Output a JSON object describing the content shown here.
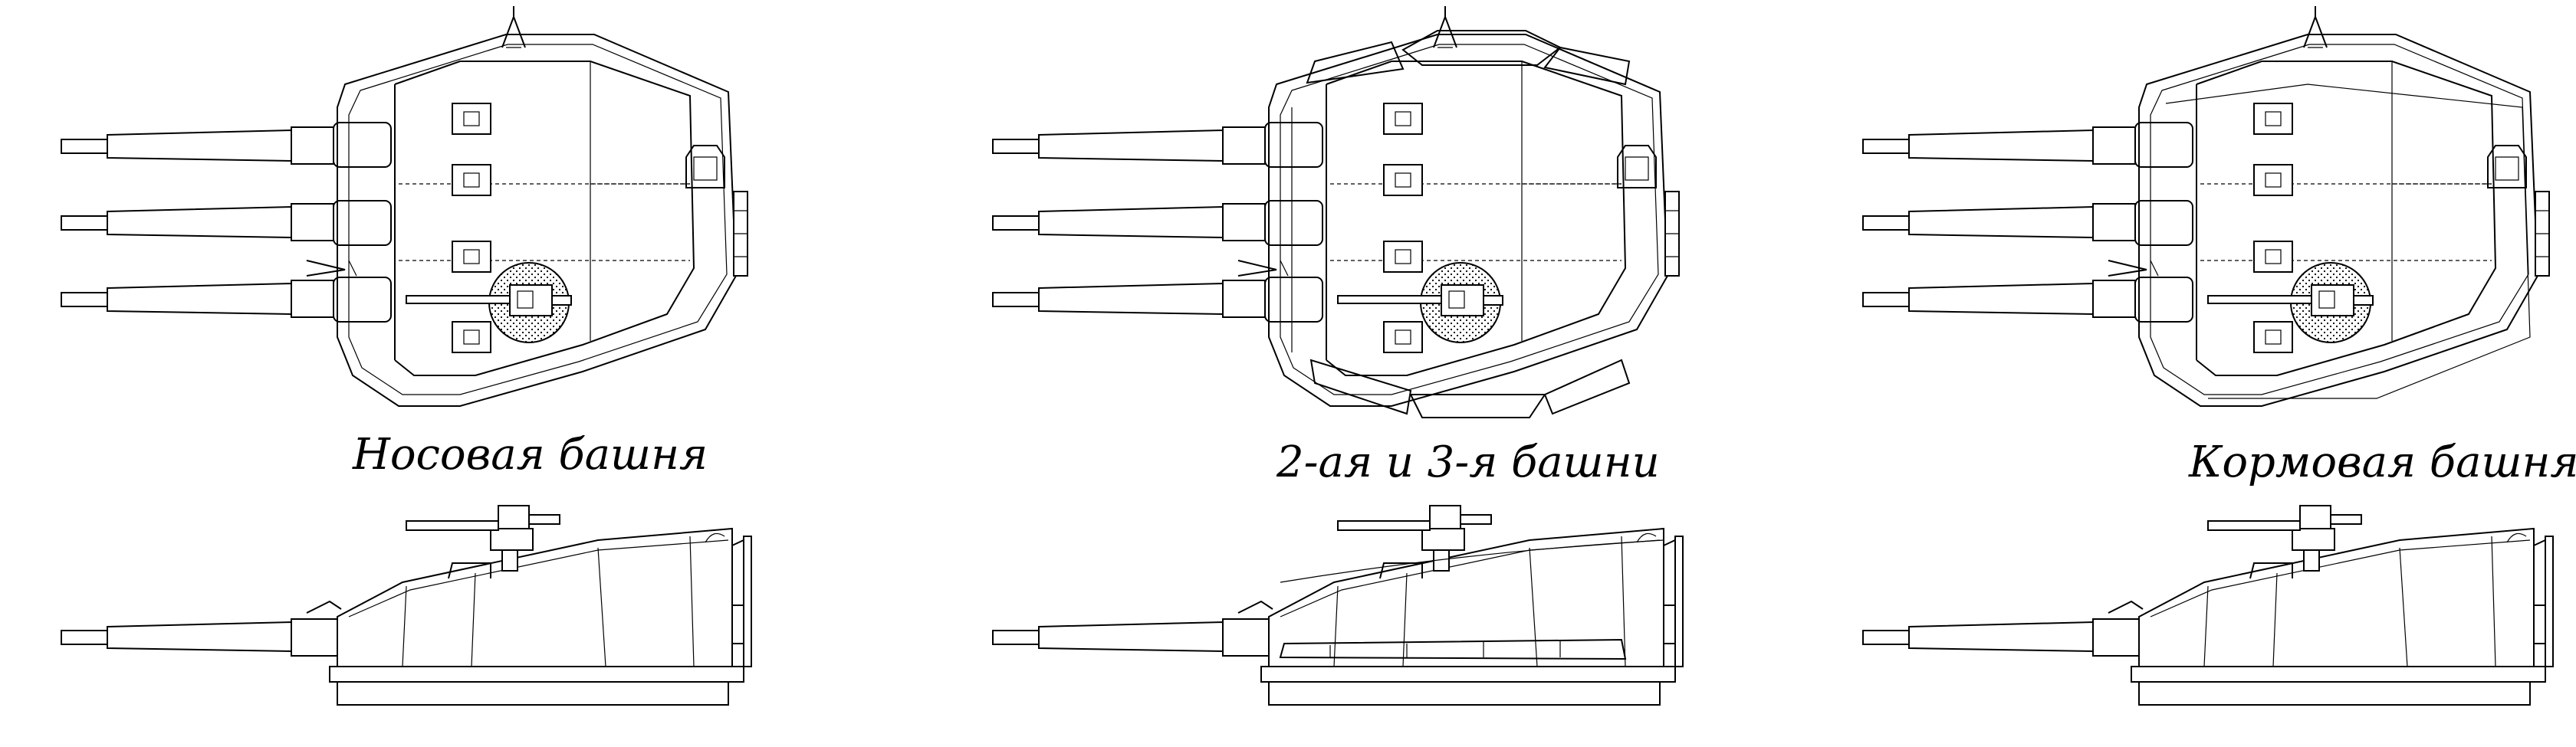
{
  "captions": {
    "bow": "Носовая башня",
    "middle": "2-ая и 3-я башни",
    "stern": "Кормовая башня"
  },
  "turrets": [
    {
      "id": "bow",
      "skirts": false
    },
    {
      "id": "middle",
      "skirts": true
    },
    {
      "id": "stern",
      "skirts": false
    }
  ],
  "colors": {
    "line": "#000000",
    "background": "#ffffff"
  }
}
